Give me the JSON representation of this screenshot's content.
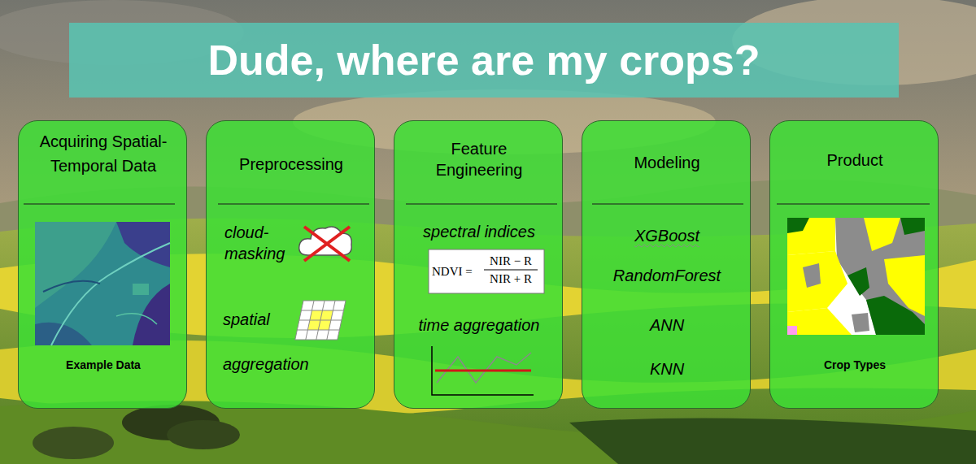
{
  "diagram": {
    "title": "Dude, where are my crops?",
    "nodes": [
      {
        "text": [
          "Acquiring Spatial-Temporal Data",
          "Example Data"
        ]
      },
      {
        "text": [
          "Preprocessing",
          "cloud-masking",
          "spatial aggregation"
        ]
      },
      {
        "text": [
          "Feature Engineering",
          "spectral indices",
          "NDVI =",
          "NIR − R",
          "NIR + R",
          "time aggregation"
        ]
      },
      {
        "text": [
          "Modeling",
          "XGBoost",
          "RandomForest",
          "ANN",
          "KNN"
        ]
      },
      {
        "text": [
          "Product",
          "Crop Types"
        ]
      }
    ]
  }
}
